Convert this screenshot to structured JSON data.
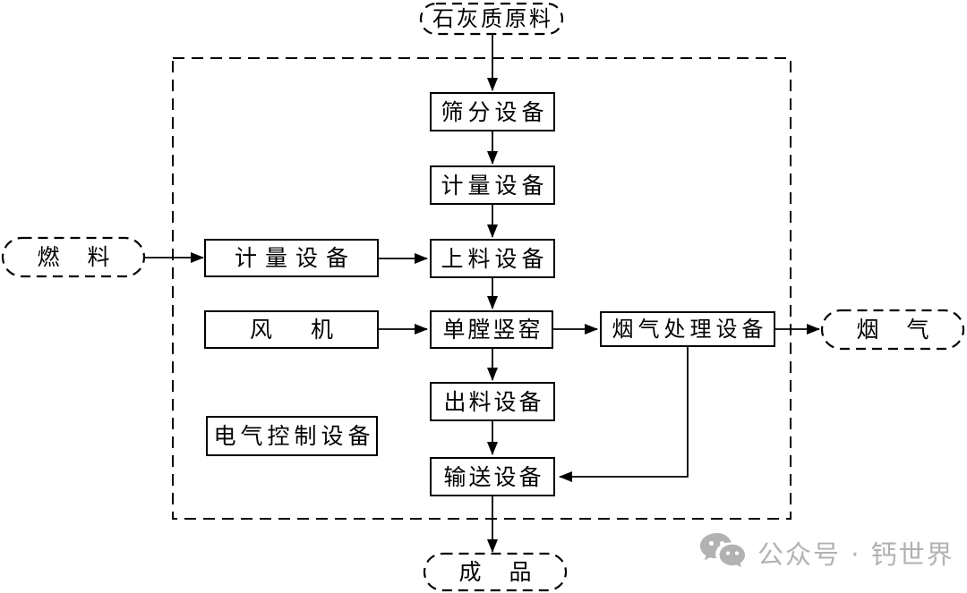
{
  "diagram": {
    "description": "单膛竖窑石灰生产工艺流程图",
    "boundary": "dashed-system-boundary"
  },
  "nodes": {
    "raw_material": {
      "label": "石灰质原料",
      "shape": "stadium-dashed"
    },
    "screening": {
      "label": "筛分设备",
      "shape": "rect"
    },
    "metering": {
      "label": "计量设备",
      "shape": "rect"
    },
    "feeding": {
      "label": "上料设备",
      "shape": "rect"
    },
    "kiln": {
      "label": "单膛竖窑",
      "shape": "rect"
    },
    "discharge": {
      "label": "出料设备",
      "shape": "rect"
    },
    "conveying": {
      "label": "输送设备",
      "shape": "rect"
    },
    "fuel": {
      "label": "燃　料",
      "shape": "stadium-dashed"
    },
    "fuel_metering": {
      "label": "计量设备",
      "shape": "rect"
    },
    "fan": {
      "label": "风　机",
      "shape": "rect"
    },
    "electric_control": {
      "label": "电气控制设备",
      "shape": "rect"
    },
    "flue_treatment": {
      "label": "烟气处理设备",
      "shape": "rect"
    },
    "flue_gas": {
      "label": "烟　气",
      "shape": "stadium-dashed"
    },
    "product": {
      "label": "成　品",
      "shape": "stadium-dashed"
    }
  },
  "edges": [
    {
      "from": "raw_material",
      "to": "screening"
    },
    {
      "from": "screening",
      "to": "metering"
    },
    {
      "from": "metering",
      "to": "feeding"
    },
    {
      "from": "feeding",
      "to": "kiln"
    },
    {
      "from": "kiln",
      "to": "discharge"
    },
    {
      "from": "discharge",
      "to": "conveying"
    },
    {
      "from": "conveying",
      "to": "product"
    },
    {
      "from": "fuel",
      "to": "fuel_metering"
    },
    {
      "from": "fuel_metering",
      "to": "feeding"
    },
    {
      "from": "fan",
      "to": "kiln"
    },
    {
      "from": "kiln",
      "to": "flue_treatment"
    },
    {
      "from": "flue_treatment",
      "to": "flue_gas"
    },
    {
      "from": "flue_treatment",
      "to": "conveying"
    }
  ],
  "watermark": {
    "icon": "wechat-icon",
    "text": "公众号 · 钙世界",
    "color": "#b2b2b2"
  },
  "colors": {
    "line": "#000000",
    "text": "#000000",
    "background": "#ffffff"
  }
}
